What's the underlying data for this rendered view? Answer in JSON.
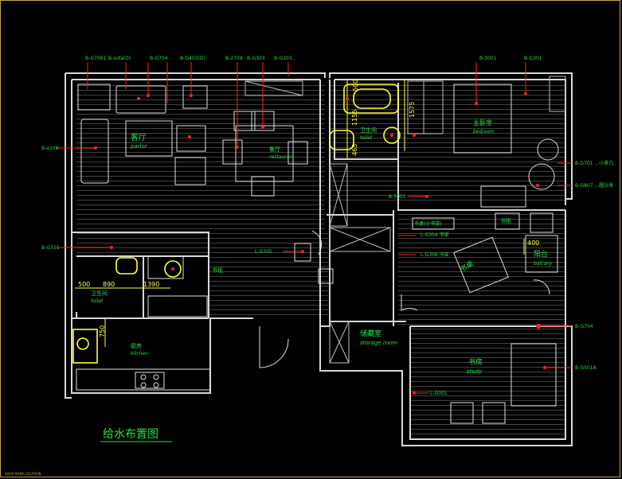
{
  "title": "给水布置图",
  "footer": "SHOP MARK LOCATION",
  "colors": {
    "background": "#000000",
    "frame": "#c8a24a",
    "wall": "#d8d8d8",
    "floor": "#6a6a6a",
    "label": "#22e04a",
    "leader": "#ff2020",
    "dimension": "#ffff40",
    "fixture": "#ffffff"
  },
  "rooms": {
    "parlor_cn": "客厅",
    "parlor_en": "parlor",
    "restaurant_cn": "餐厅",
    "restaurant_en": "restaurant",
    "toilet_cn": "卫生间",
    "toilet_en": "toilet",
    "bedroom_cn": "主卧室",
    "bedroom_en": "bedroom",
    "kitchen_cn": "厨房",
    "kitchen_en": "kitchen",
    "toilet2_cn": "卫生间",
    "toilet2_en": "toilet",
    "storage_cn": "储藏室",
    "storage_en": "storage room",
    "study_cn": "书房",
    "study_en": "study",
    "balcony_cn": "阳台",
    "balcony_en": "balcony"
  },
  "callouts": {
    "top1": "B-G7091",
    "top2": "B-sofa(D)",
    "top3": "B-G704",
    "top4": "B-G403(D)",
    "top5": "B-2709",
    "top6": "B-G303",
    "top7": "B-G303...",
    "right_top1": "B-3001",
    "right_top2": "B-G301",
    "left1": "B-a108",
    "left2": "B-G311",
    "right1": "B-G701 ...小茶几",
    "right2": "B-G807 ...圆沙发",
    "mid1": "B-5001",
    "mid2": "L-G305",
    "study1": "书桌(小书架)",
    "study2": "L-G304 书架",
    "study3": "L-G306 书架",
    "bottom1": "B-G704",
    "bottom2": "B-G501A",
    "bottom3": "L-G001",
    "cn1": "书柜",
    "cn2": "书柜",
    "cn3": "书桌"
  },
  "dimensions": {
    "bath_w": "500",
    "bath_h1": "1155",
    "bath_h2": "465",
    "shower": "1575",
    "wc_a": "500",
    "wc_b": "890",
    "wc_c": "1390",
    "kit": "750",
    "bal": "400"
  }
}
